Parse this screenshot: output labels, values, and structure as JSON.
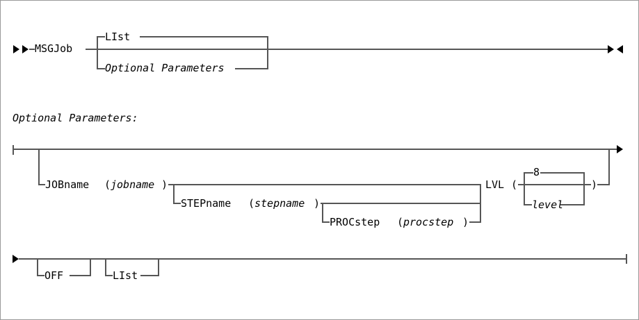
{
  "diagram": {
    "type": "railroad-syntax-diagram",
    "title": "MSGJob",
    "section_label": "Optional Parameters:",
    "terminators": {
      "start": "►►",
      "end": "►◄",
      "continue_right": "►",
      "continue_left": "►"
    },
    "main_line": {
      "keyword": "MSGJob",
      "branches": [
        {
          "label": "LIst",
          "position": "above",
          "italic": false,
          "default": true
        },
        {
          "label": "Optional Parameters",
          "position": "below",
          "italic": true,
          "default": false
        }
      ]
    },
    "optional_parameters": {
      "row1": {
        "jobname": {
          "keyword": "JOBname",
          "open": "(",
          "variable": "jobname",
          "close": ")"
        },
        "stepname": {
          "keyword": "STEPname",
          "open": "(",
          "variable": "stepname",
          "close": ")"
        },
        "procstep": {
          "keyword": "PROCstep",
          "open": "(",
          "variable": "procstep",
          "close": ")"
        },
        "lvl": {
          "keyword": "LVL",
          "open": "(",
          "close": ")",
          "default_value": "8",
          "variable": "level"
        }
      },
      "row2": {
        "options": [
          {
            "label": "OFF",
            "italic": false
          },
          {
            "label": "LIst",
            "italic": false
          }
        ]
      }
    },
    "colors": {
      "rail": "#555555",
      "rail_dark": "#333333",
      "text": "#000000",
      "background": "#ffffff",
      "border": "#999999"
    }
  }
}
